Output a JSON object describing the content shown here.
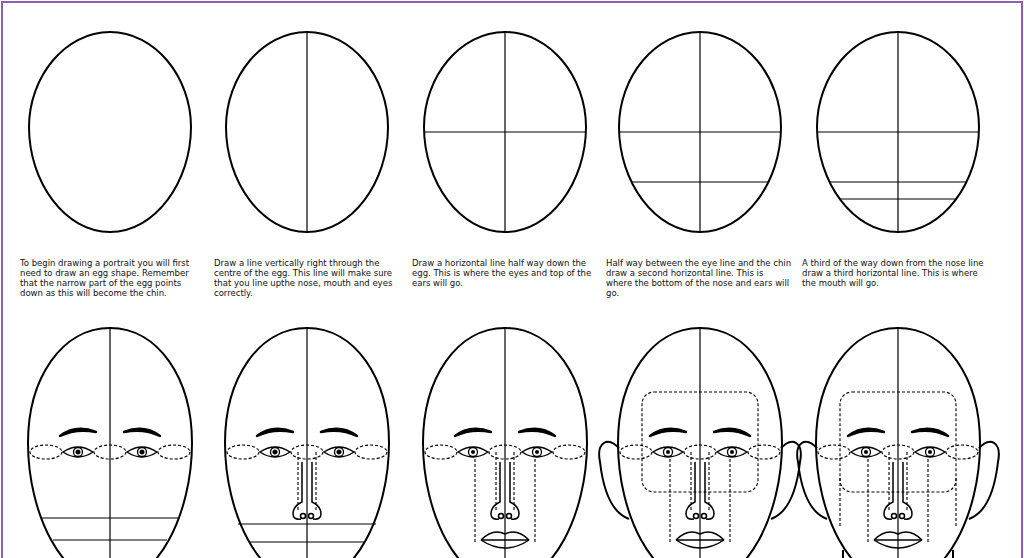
{
  "diagram": {
    "labels": [
      "To begin drawing a portrait you will first need to draw an egg shape. Remember that the narrow part of the egg points down as this will become the chin.",
      "Draw a line vertically right through the centre of the egg. This line will make sure that you line upthe nose, mouth and eyes correctly.",
      "Draw a horizontal line half way down the egg. This is where the eyes and top of the ears will go.",
      "Half way between the eye line and the chin draw a second horizontal line. This is where the bottom of the nose and ears will go.",
      "A third of the way down from the nose line draw a third horizontal line. This is where the mouth will go."
    ]
  }
}
